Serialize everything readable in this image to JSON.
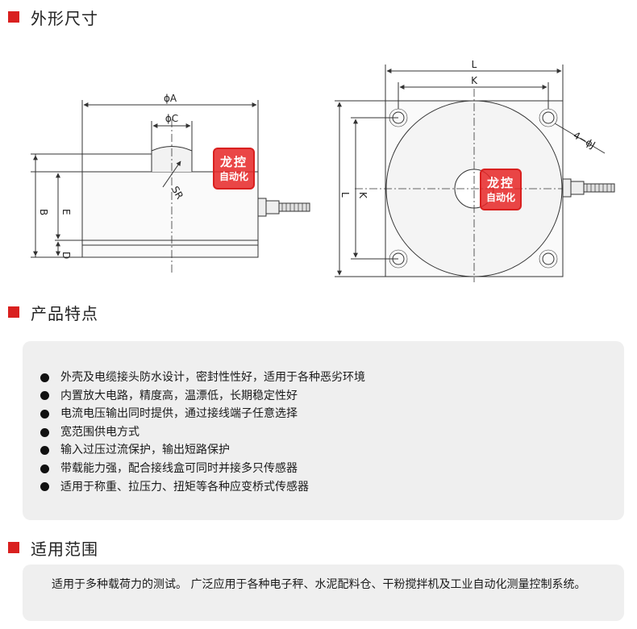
{
  "sections": {
    "dimensions": "外形尺寸",
    "features": "产品特点",
    "scope": "适用范围"
  },
  "drawing_labels": {
    "phi_a": "ϕA",
    "phi_c": "ϕC",
    "sr": "SR",
    "b": "B",
    "e": "E",
    "d": "D",
    "l_top": "L",
    "k_top": "K",
    "k_side": "K",
    "l_side": "L",
    "hole": "4−ϕJ"
  },
  "watermark": {
    "line1": "龙控",
    "line2": "自动化"
  },
  "features": [
    "外壳及电缆接头防水设计，密封性性好，适用于各种恶劣环境",
    "内置放大电路，精度高，温漂低，长期稳定性好",
    "电流电压输出同时提供，通过接线端子任意选择",
    "宽范围供电方式",
    "输入过压过流保护，输出短路保护",
    "带载能力强，配合接线盒可同时并接多只传感器",
    "适用于称重、拉压力、扭矩等各种应变桥式传感器"
  ],
  "scope_text": "适用于多种载荷力的测试。  广泛应用于各种电子秤、水泥配料仓、干粉搅拌机及工业自动化测量控制系统。",
  "colors": {
    "accent": "#d9201f",
    "panel": "#efefef"
  }
}
